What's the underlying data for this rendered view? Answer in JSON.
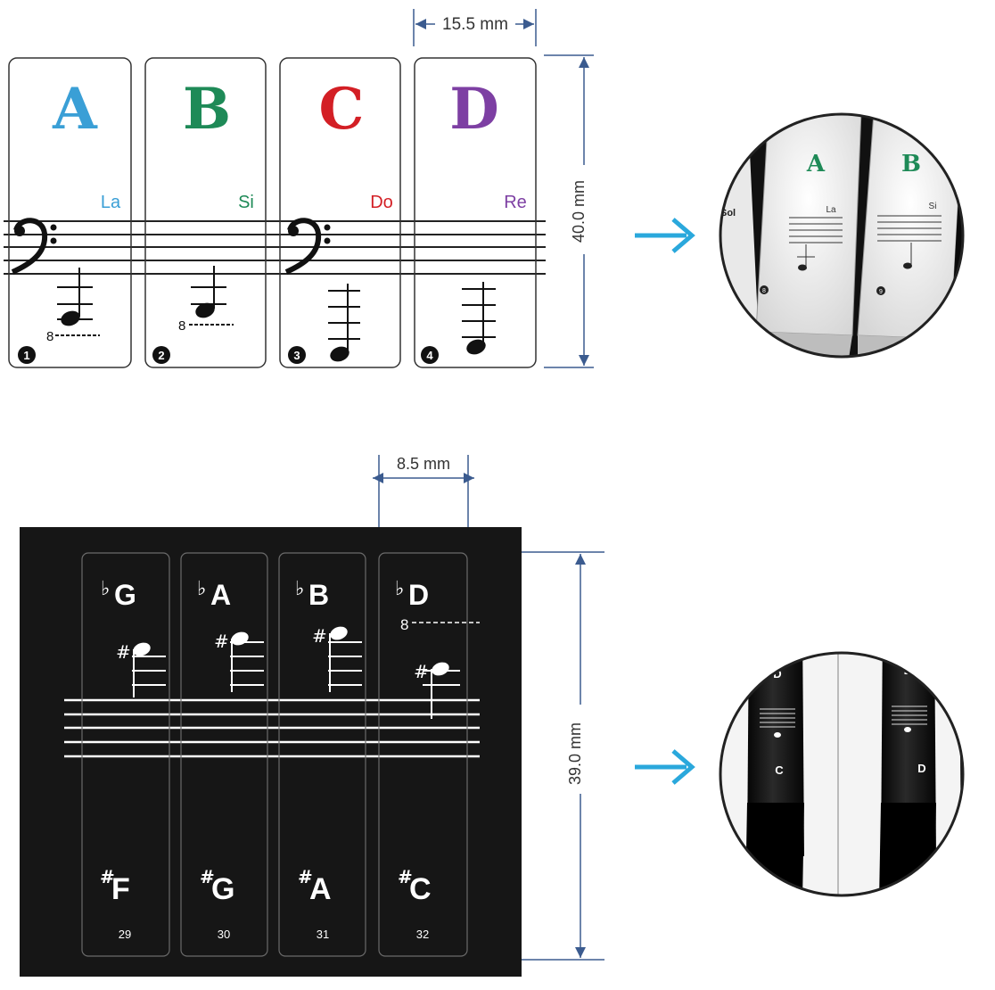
{
  "colors": {
    "a": "#3a9fd6",
    "b": "#1e8a57",
    "c": "#d31f25",
    "d": "#7d3fa3",
    "arrow": "#2aa8dc",
    "black_panel": "#161616",
    "sticker_outline": "#333333"
  },
  "top": {
    "width_label": "15.5 mm",
    "height_label": "40.0 mm",
    "cards": [
      {
        "letter": "A",
        "solfege": "La",
        "number": "1",
        "color_key": "a"
      },
      {
        "letter": "B",
        "solfege": "Si",
        "number": "2",
        "color_key": "b"
      },
      {
        "letter": "C",
        "solfege": "Do",
        "number": "3",
        "color_key": "c"
      },
      {
        "letter": "D",
        "solfege": "Re",
        "number": "4",
        "color_key": "d"
      }
    ],
    "photo": {
      "key1_letter": "A",
      "key1_solfege": "La",
      "key1_number": "8",
      "key2_letter": "B",
      "key2_solfege": "Si",
      "key2_number": "9",
      "side_label": "Sol"
    },
    "octave_mark": "8"
  },
  "bottom": {
    "width_label": "8.5 mm",
    "height_label": "39.0 mm",
    "flat_symbol": "♭",
    "sharp_symbol": "#",
    "cards": [
      {
        "flat": "G",
        "sharp": "F",
        "number": "29"
      },
      {
        "flat": "A",
        "sharp": "G",
        "number": "30"
      },
      {
        "flat": "B",
        "sharp": "A",
        "number": "31"
      },
      {
        "flat": "D",
        "sharp": "C",
        "number": "32"
      }
    ],
    "photo": {
      "key1_flat": "D",
      "key1_sharp": "C",
      "key2_flat": "E",
      "key2_sharp": "D"
    },
    "octave_mark": "8"
  },
  "icons": {
    "arrow_top": "arrow-right-icon",
    "arrow_bottom": "arrow-right-icon",
    "clef": "bass-clef-icon"
  }
}
